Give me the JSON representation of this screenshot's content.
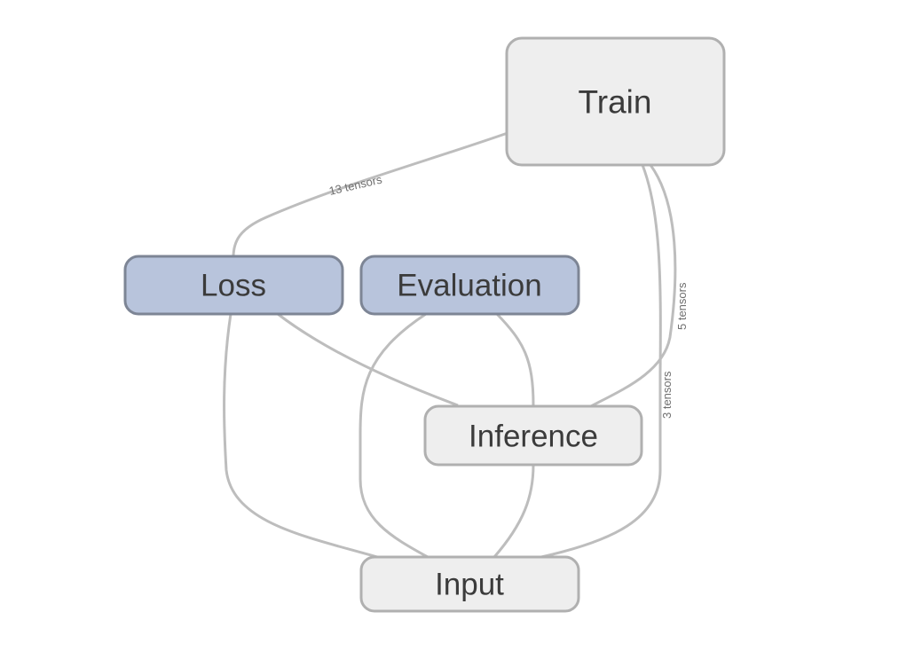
{
  "graph": {
    "nodes": {
      "train": {
        "label": "Train"
      },
      "loss": {
        "label": "Loss"
      },
      "evaluation": {
        "label": "Evaluation"
      },
      "inference": {
        "label": "Inference"
      },
      "input": {
        "label": "Input"
      }
    },
    "edge_labels": {
      "train_loss": "13 tensors",
      "train_inference": "5 tensors",
      "train_input": "3 tensors"
    },
    "colors": {
      "plain_node_fill": "#eeeeee",
      "plain_node_border": "#b0b0b0",
      "highlight_node_fill": "#b8c4dc",
      "highlight_node_border": "#7d8595",
      "edge": "#bdbdbd",
      "text": "#3b3b3b"
    }
  }
}
